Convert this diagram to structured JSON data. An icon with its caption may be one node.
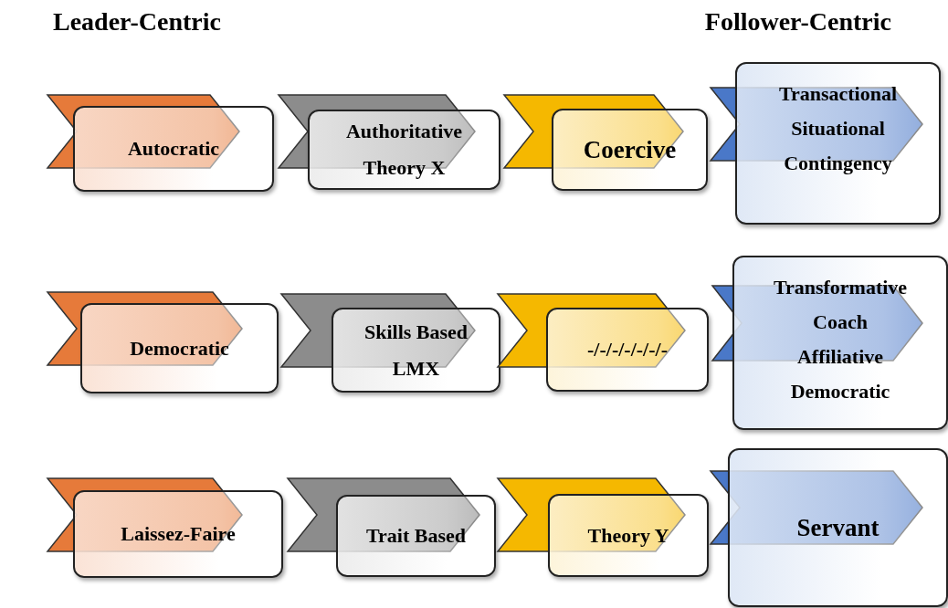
{
  "diagram": {
    "nodes": [
      {
        "text": [
          "Autocratic"
        ]
      },
      {
        "text": [
          "Authoritative",
          "Theory X"
        ]
      },
      {
        "text": [
          "Coercive"
        ]
      },
      {
        "text": [
          "Transactional",
          "Situational",
          "Contingency"
        ]
      },
      {
        "text": [
          "Democratic"
        ]
      },
      {
        "text": [
          "Skills Based",
          "LMX"
        ]
      },
      {
        "text": [
          "-/-/-/-/-/-/-"
        ]
      },
      {
        "text": [
          "Transformative",
          "Coach",
          "Affiliative",
          "Democratic"
        ]
      },
      {
        "text": [
          "Laissez-Faire"
        ]
      },
      {
        "text": [
          "Trait Based"
        ]
      },
      {
        "text": [
          "Theory Y"
        ]
      },
      {
        "text": [
          "Servant"
        ]
      }
    ],
    "labels": [
      "Leader-Centric",
      "Follower-Centric"
    ]
  }
}
